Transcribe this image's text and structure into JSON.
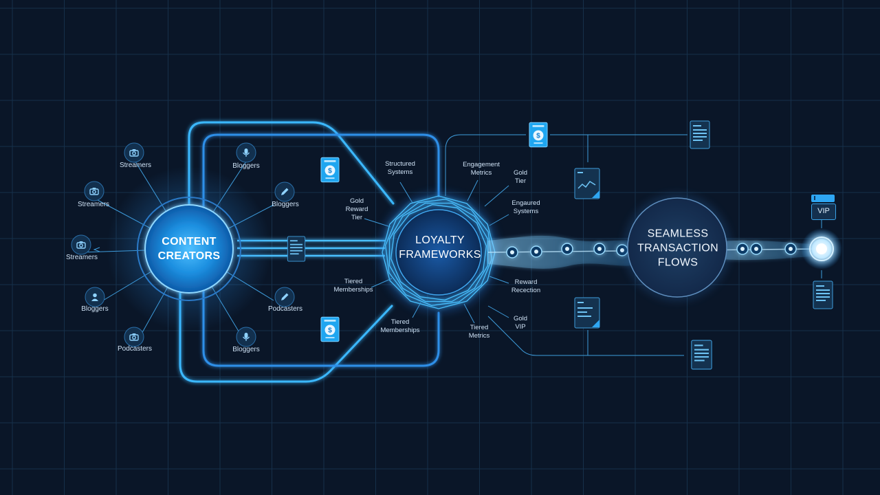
{
  "diagram": {
    "hubs": {
      "content_creators": [
        "CONTENT",
        "CREATORS"
      ],
      "loyalty_frameworks": [
        "LOYALTY",
        "FRAMEWORKS"
      ],
      "seamless_transaction_flows": [
        "SEAMLESS",
        "TRANSACTION",
        "FLOWS"
      ]
    },
    "creator_nodes": {
      "streamers_top": "Streamers",
      "streamers_mid": "Streamers",
      "streamers_low": "Streamers",
      "bloggers_left": "Bloggers",
      "podcasters_left": "Podcasters",
      "bloggers_top": "Bloggers",
      "bloggers_right": "Bloggers",
      "podcasters_right": "Podcasters",
      "bloggers_bottom": "Bloggers"
    },
    "loyalty_labels": {
      "structured_systems": [
        "Structured",
        "Systems"
      ],
      "engagement_metrics": [
        "Engagement",
        "Metrics"
      ],
      "gold_tier": [
        "Gold",
        "Tier"
      ],
      "gold_reward_tier": [
        "Gold",
        "Reward",
        "Tier"
      ],
      "engaured_systems": [
        "Engaured",
        "Systems"
      ],
      "tiered_memberships_left": [
        "Tiered",
        "Memberships"
      ],
      "reward_recection": [
        "Reward",
        "Recection"
      ],
      "tiered_memberships_bottom": [
        "Tiered",
        "Memberships"
      ],
      "tiered_metrics": [
        "Tiered",
        "Metrics"
      ],
      "gold_vip": [
        "Gold",
        "VIP"
      ]
    },
    "vip_tag": "VIP",
    "icons": [
      "camera-icon",
      "microphone-icon",
      "pencil-icon",
      "person-icon",
      "dollar-icon",
      "document-icon",
      "chart-icon",
      "vip-icon"
    ]
  },
  "colors": {
    "background": "#0a1628",
    "grid": "#16304a",
    "accent": "#2ea6f2",
    "glow": "#45c4ff",
    "hub_fill": "#0f3d78"
  }
}
